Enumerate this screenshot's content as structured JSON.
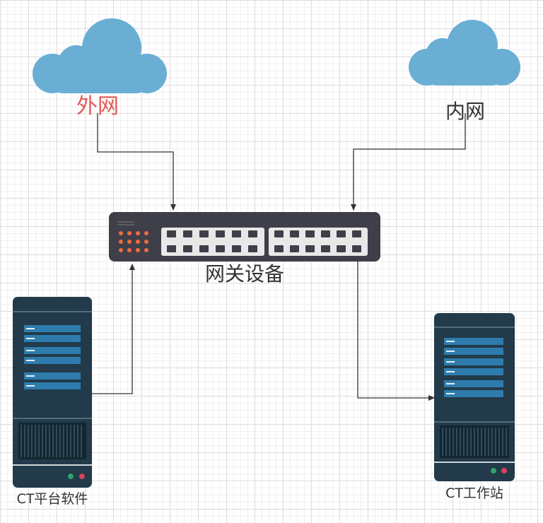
{
  "labels": {
    "external_network": "外网",
    "internal_network": "内网",
    "gateway": "网关设备",
    "ct_platform": "CT平台软件",
    "ct_workstation": "CT工作站"
  },
  "colors": {
    "cloud": "#6aaed3",
    "external_label": "#e05a57",
    "text": "#333333",
    "switch_body": "#3f3f4a",
    "switch_led": "#f26a3d",
    "port_panel": "#e8e8e8",
    "server_body": "#223a4a",
    "server_slot": "#2e7cae",
    "connector": "#333333"
  },
  "icons": [
    "cloud-icon",
    "network-switch-icon",
    "server-icon"
  ]
}
